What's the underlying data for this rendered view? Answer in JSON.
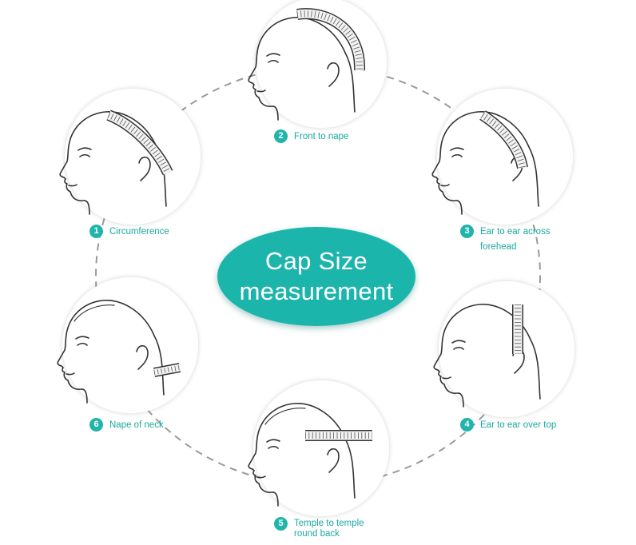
{
  "title": {
    "line1": "Cap Size",
    "line2": "measurement"
  },
  "colors": {
    "accent": "#1fb5ab",
    "accent_text": "#1aa99f",
    "outline": "#333333",
    "ring": "#9a9a9a"
  },
  "steps": [
    {
      "number": "1",
      "label": "Circumference"
    },
    {
      "number": "2",
      "label": "Front to nape"
    },
    {
      "number": "3",
      "label": "Ear to ear across",
      "label2": "forehead"
    },
    {
      "number": "4",
      "label": "Ear to ear over top"
    },
    {
      "number": "5",
      "label": "Temple to temple",
      "label2": "round back"
    },
    {
      "number": "6",
      "label": "Nape of neck"
    }
  ]
}
